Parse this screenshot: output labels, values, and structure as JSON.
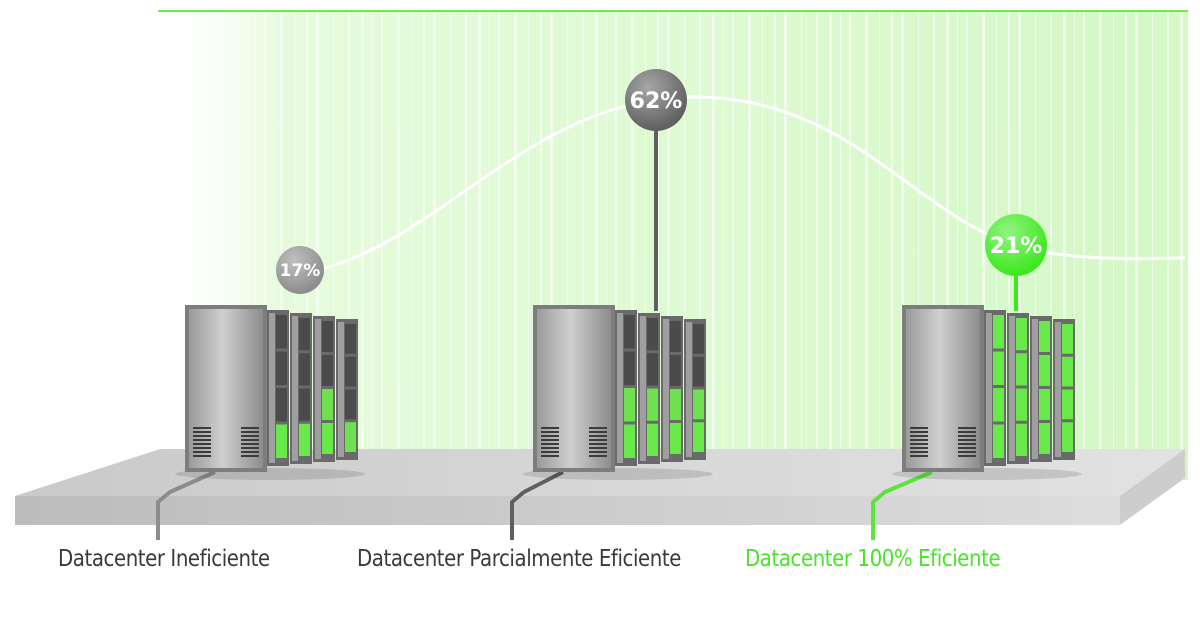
{
  "colors": {
    "accent_green": "#5ee33c",
    "bright_green": "#3be81c",
    "bg_green": "#dcfad0",
    "gray_dark": "#5f5f5f",
    "gray_mid": "#8c8c8c",
    "gray_light": "#bdbdbd",
    "floor": "#cfcfcf",
    "label_dark": "#3a3a3a"
  },
  "datacenters": [
    {
      "label": "Datacenter Ineficiente",
      "percent": "17%",
      "bubble_color": "#8c8c8c",
      "label_color": "#3a3a3a",
      "lit_fraction": 0.25
    },
    {
      "label": "Datacenter Parcialmente Eficiente",
      "percent": "62%",
      "bubble_color": "#5f5f5f",
      "label_color": "#3a3a3a",
      "lit_fraction": 0.5
    },
    {
      "label": "Datacenter 100% Eficiente",
      "percent": "21%",
      "bubble_color": "#3be81c",
      "label_color": "#4ae32a",
      "lit_fraction": 1.0
    }
  ]
}
